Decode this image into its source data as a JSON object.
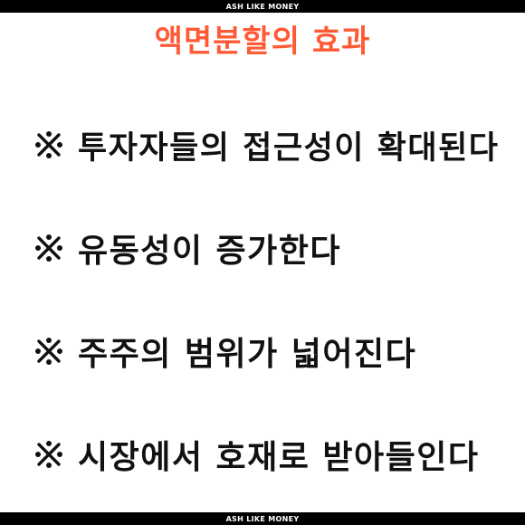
{
  "header": {
    "brand": "ASH LIKE MONEY"
  },
  "title": "액면분할의 효과",
  "items": [
    {
      "icon": "reference-mark-icon",
      "text": "투자자들의 접근성이 확대된다"
    },
    {
      "icon": "reference-mark-icon",
      "text": "유동성이 증가한다"
    },
    {
      "icon": "reference-mark-icon",
      "text": "주주의 범위가 넓어진다"
    },
    {
      "icon": "reference-mark-icon",
      "text": "시장에서 호재로 받아들인다"
    }
  ],
  "footer": {
    "brand": "ASH LIKE MONEY"
  },
  "colors": {
    "title": "#ff5a36",
    "text": "#111111",
    "bars": "#000000"
  }
}
